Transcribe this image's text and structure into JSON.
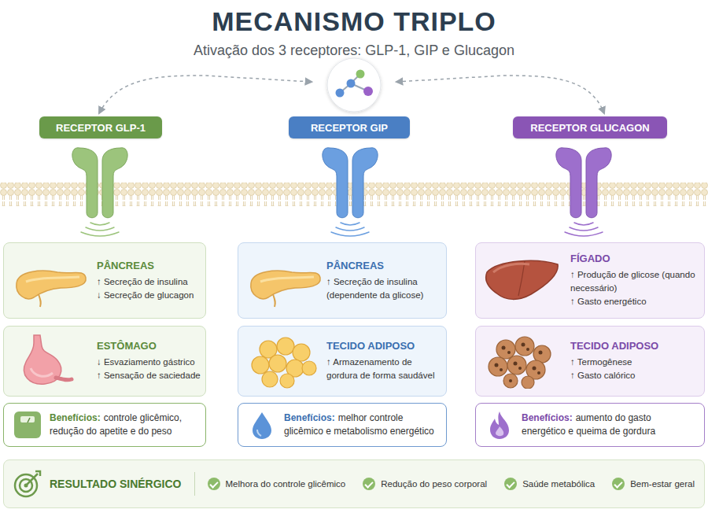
{
  "diagram": {
    "title": "MECANISMO TRIPLO",
    "nodes": [
      {
        "text": [
          "RECEPTOR GLP-1"
        ]
      },
      {
        "text": [
          "RECEPTOR GIP"
        ]
      },
      {
        "text": [
          "RECEPTOR GLUCAGON"
        ]
      },
      {
        "text": [
          "PÂNCREAS",
          "↑ Secreção de insulina",
          "↓ Secreção de glucagon"
        ]
      },
      {
        "text": [
          "ESTÔMAGO",
          "↓ Esvaziamento gástrico",
          "↑ Sensação de saciedade"
        ]
      },
      {
        "text": [
          "Benefícios:",
          "controle glicêmico, redução do apetite e do peso"
        ]
      },
      {
        "text": [
          "PÂNCREAS",
          "↑ Secreção de insulina (dependente da glicose)"
        ]
      },
      {
        "text": [
          "TECIDO ADIPOSO",
          "↑ Armazenamento de gordura de forma saudável"
        ]
      },
      {
        "text": [
          "Benefícios:",
          "melhor controle glicêmico e metabolismo energético"
        ]
      },
      {
        "text": [
          "FÍGADO",
          "↑ Produção de glicose (quando necessário)",
          "↑ Gasto energético"
        ]
      },
      {
        "text": [
          "TECIDO ADIPOSO",
          "↑ Termogênese",
          "↑ Gasto calórico"
        ]
      },
      {
        "text": [
          "Benefícios:",
          "aumento do gasto energético e queima de gordura"
        ]
      },
      {
        "text": [
          "RESULTADO SINÉRGICO",
          "Melhora do controle glicêmico",
          "Redução do peso corporal",
          "Saúde metabólica",
          "Bem-estar geral"
        ]
      }
    ],
    "labels": [
      "Ativação dos 3 receptores: GLP-1, GIP e Glucagon"
    ]
  }
}
